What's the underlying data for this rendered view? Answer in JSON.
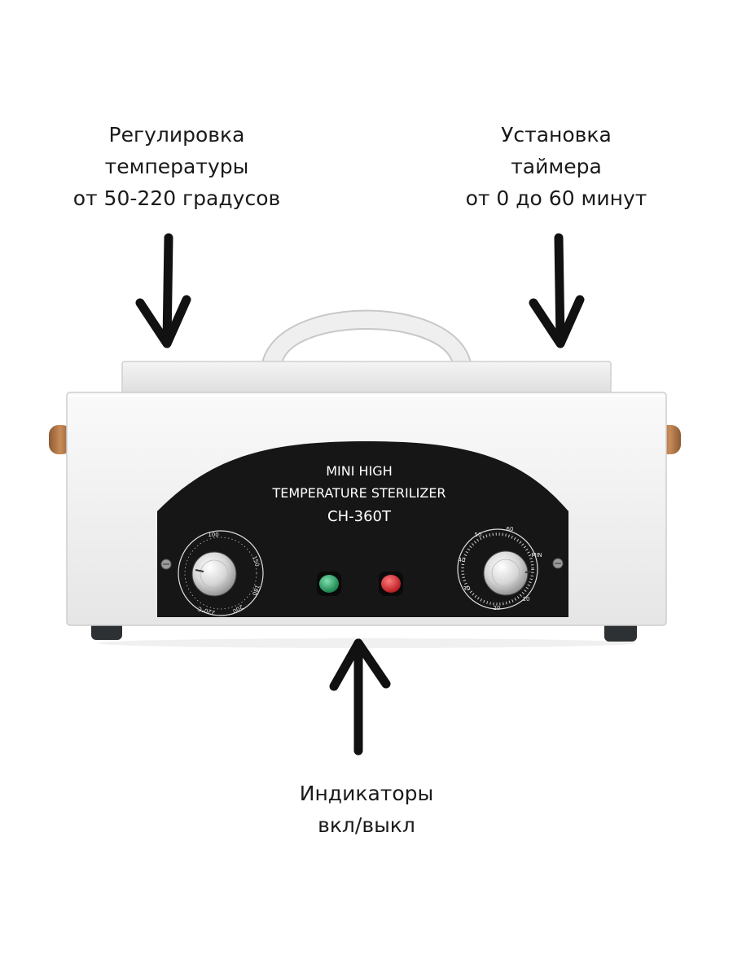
{
  "annotations": {
    "temperature": {
      "lines": [
        "Регулировка",
        "температуры",
        "от 50-220 градусов"
      ]
    },
    "timer": {
      "lines": [
        "Установка",
        "таймера",
        "от 0 до 60 минут"
      ]
    },
    "indicators": {
      "lines": [
        "Индикаторы",
        "вкл/выкл"
      ]
    }
  },
  "device": {
    "panel_lines": [
      "MINI HIGH",
      "TEMPERATURE STERILIZER",
      "CH-360T"
    ],
    "temp_dial_marks": [
      "100",
      "150",
      "180",
      "200",
      "220°C"
    ],
    "timer_dial_marks": [
      "60",
      "50",
      "40",
      "30",
      "20",
      "10",
      "MIN"
    ],
    "indicator_colors": {
      "green": "#1f9a5a",
      "red": "#d8262a"
    },
    "body_color": "#f3f3f3",
    "panel_color": "#161616",
    "handle_color": "#b97a4a"
  }
}
